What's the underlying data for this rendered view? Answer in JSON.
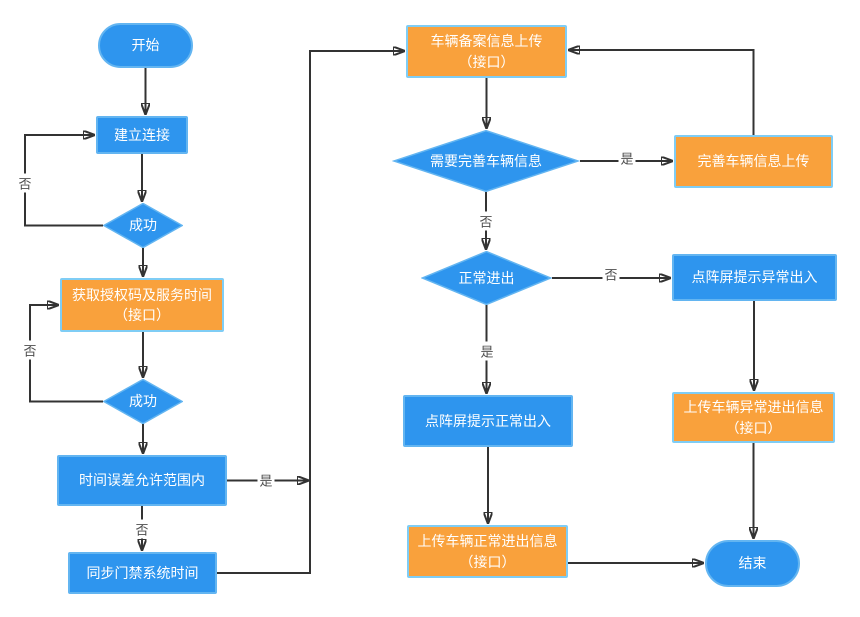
{
  "diagram_title": "",
  "colors": {
    "node_blue": "#2e95ee",
    "node_blue_border": "#63b5f1",
    "node_orange": "#f9a13c",
    "node_orange_border": "#7fcdf5",
    "arrow": "#333333",
    "edge_label_text": "#4d4d4d",
    "background": "#ffffff"
  },
  "nodes": {
    "start": {
      "label": "开始"
    },
    "connect": {
      "label": "建立连接"
    },
    "success1": {
      "label": "成功"
    },
    "get_auth": {
      "line1": "获取授权码及服务时间",
      "line2": "（接口）"
    },
    "success2": {
      "label": "成功"
    },
    "time_check": {
      "label": "时间误差允许范围内"
    },
    "sync_time": {
      "label": "同步门禁系统时间"
    },
    "record_upload": {
      "line1": "车辆备案信息上传",
      "line2": "（接口）"
    },
    "need_complete": {
      "label": "需要完善车辆信息"
    },
    "complete_upload": {
      "label": "完善车辆信息上传"
    },
    "normal_check": {
      "label": "正常进出"
    },
    "abnormal_display": {
      "label": "点阵屏提示异常出入"
    },
    "normal_display": {
      "label": "点阵屏提示正常出入"
    },
    "abnormal_upload": {
      "line1": "上传车辆异常进出信息",
      "line2": "（接口）"
    },
    "normal_upload": {
      "line1": "上传车辆正常进出信息",
      "line2": "（接口）"
    },
    "end": {
      "label": "结束"
    }
  },
  "edge_labels": {
    "no_success1": "否",
    "no_success2": "否",
    "yes_time": "是",
    "no_time": "否",
    "yes_need": "是",
    "no_need": "否",
    "no_normal": "否",
    "yes_normal": "是"
  }
}
